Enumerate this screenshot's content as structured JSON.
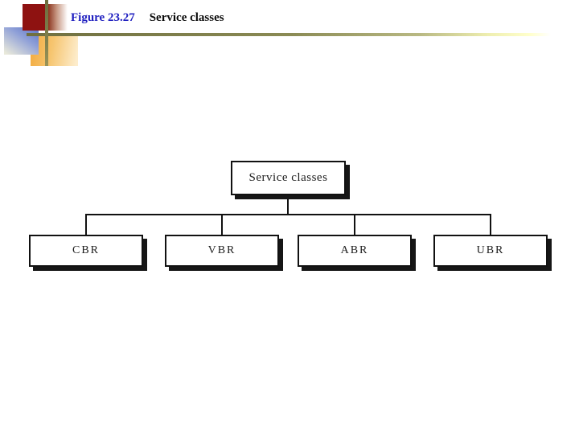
{
  "slide": {
    "figure_label": "Figure 23.27",
    "figure_caption": "Service classes"
  },
  "diagram": {
    "type": "tree",
    "root": {
      "label": "Service classes"
    },
    "children": [
      {
        "label": "CBR"
      },
      {
        "label": "VBR"
      },
      {
        "label": "ABR"
      },
      {
        "label": "UBR"
      }
    ]
  },
  "colors": {
    "figure_label_blue": "#2020c0",
    "caption_black": "#0a0a0a",
    "rule_olive": "#8a8a54",
    "rule_fade_yellow": "#ffffcc",
    "ornament_dark_red": "#8e1211",
    "ornament_blue": "#5c73c4",
    "ornament_orange": "#f2a93c",
    "box_border": "#111111",
    "box_shadow": "#161616",
    "background": "#ffffff"
  }
}
